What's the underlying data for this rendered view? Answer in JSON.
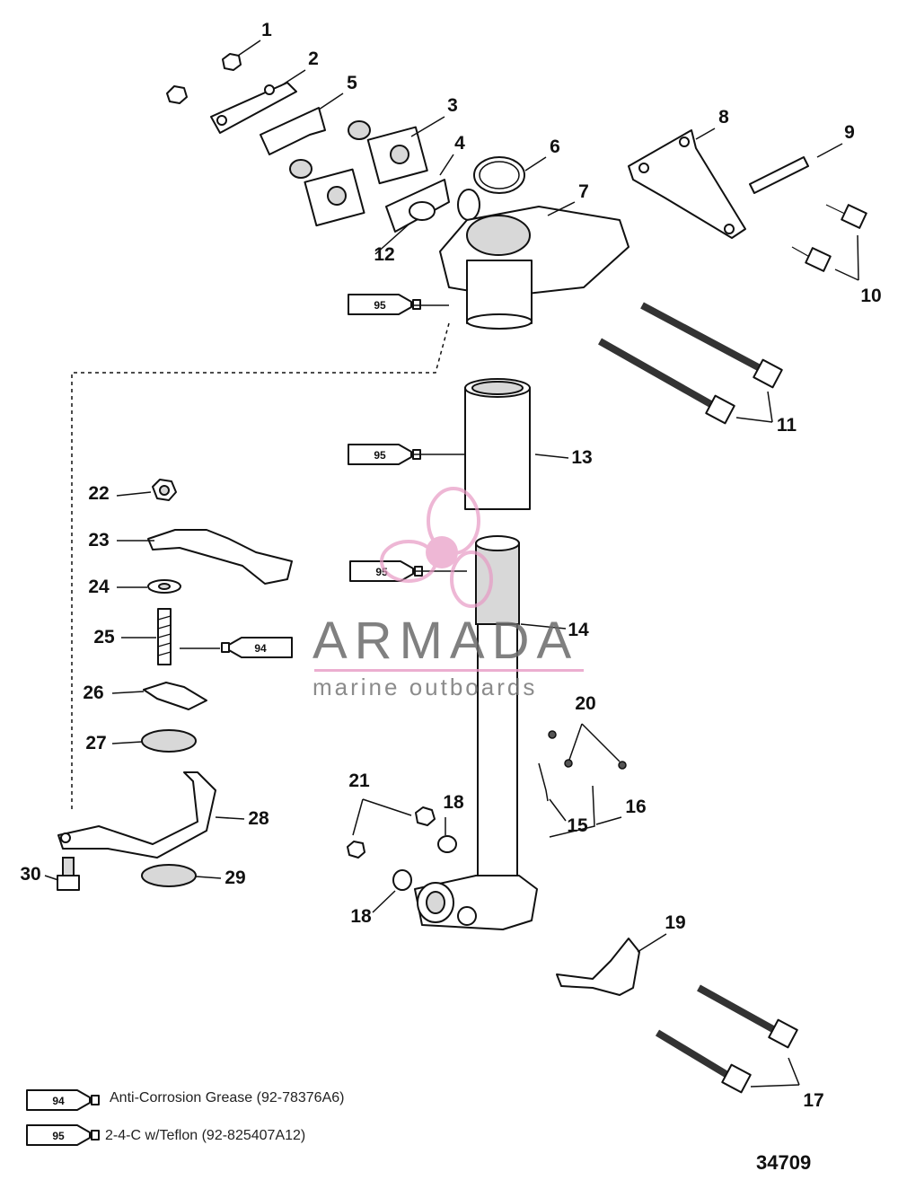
{
  "callouts": [
    "1",
    "2",
    "3",
    "4",
    "5",
    "6",
    "7",
    "8",
    "9",
    "10",
    "11",
    "12",
    "13",
    "14",
    "15",
    "16",
    "17",
    "18",
    "18",
    "19",
    "20",
    "21",
    "22",
    "23",
    "24",
    "25",
    "26",
    "27",
    "28",
    "29",
    "30"
  ],
  "lubricant_tubes": [
    "95",
    "95",
    "95",
    "94"
  ],
  "legend": [
    {
      "code": "94",
      "text": "Anti-Corrosion Grease (92-78376A6)"
    },
    {
      "code": "95",
      "text": "2-4-C w/Teflon (92-825407A12)"
    }
  ],
  "watermark": {
    "brand": "ARMADA",
    "tagline": "marine outboards",
    "accent_color": "#e79ac4"
  },
  "diagram_id": "34709"
}
